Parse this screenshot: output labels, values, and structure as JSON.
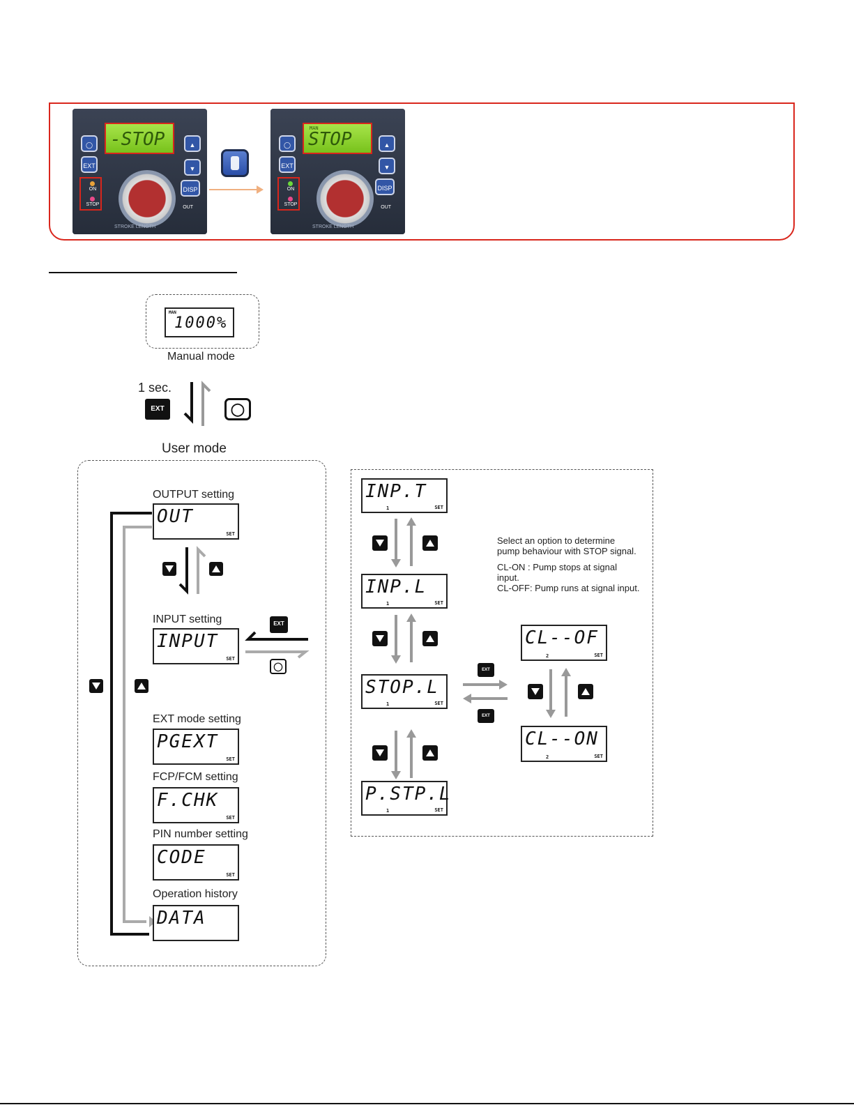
{
  "top_panel": {
    "before": {
      "lcd_text": "-STOP",
      "on_label": "ON",
      "stop_label": "STOP",
      "ext_label": "EXT",
      "disp_label": "DISP",
      "out_label": "OUT",
      "stroke_label": "STROKE LENGTH"
    },
    "after": {
      "lcd_text": "STOP",
      "lcd_sub": "MAN",
      "on_label": "ON",
      "stop_label": "STOP",
      "ext_label": "EXT",
      "disp_label": "DISP",
      "out_label": "OUT",
      "stroke_label": "STROKE LENGTH"
    }
  },
  "manual": {
    "display": "1000%",
    "man_tag": "MAN",
    "label": "Manual mode",
    "time": "1 sec.",
    "ext": "EXT",
    "user_label": "User mode"
  },
  "user_menu": [
    {
      "label": "OUTPUT setting",
      "display": "OUT",
      "set": "SET"
    },
    {
      "label": "INPUT setting",
      "display": "INPUT",
      "set": "SET"
    },
    {
      "label": "EXT mode setting",
      "display": "PGEXT",
      "set": "SET"
    },
    {
      "label": "FCP/FCM setting",
      "display": "F.CHK",
      "set": "SET"
    },
    {
      "label": "PIN number setting",
      "display": "CODE",
      "set": "SET"
    },
    {
      "label": "Operation history",
      "display": "DATA",
      "set": ""
    }
  ],
  "input_menu": [
    {
      "display": "INP.T",
      "sub": "1",
      "set": "SET"
    },
    {
      "display": "INP.L",
      "sub": "1",
      "set": "SET"
    },
    {
      "display": "STOP.L",
      "sub": "1",
      "set": "SET"
    },
    {
      "display": "P.STP.L",
      "sub": "1",
      "set": "SET"
    }
  ],
  "stop_options": [
    {
      "display": "CL--OF",
      "sub": "2",
      "set": "SET"
    },
    {
      "display": "CL--ON",
      "sub": "2",
      "set": "SET"
    }
  ],
  "note": {
    "intro": "Select an option to determine pump behaviour with STOP signal.",
    "cl_on": "CL-ON  : Pump stops at signal input.",
    "cl_off": "CL-OFF: Pump runs at signal input."
  },
  "ext_key": "EXT"
}
